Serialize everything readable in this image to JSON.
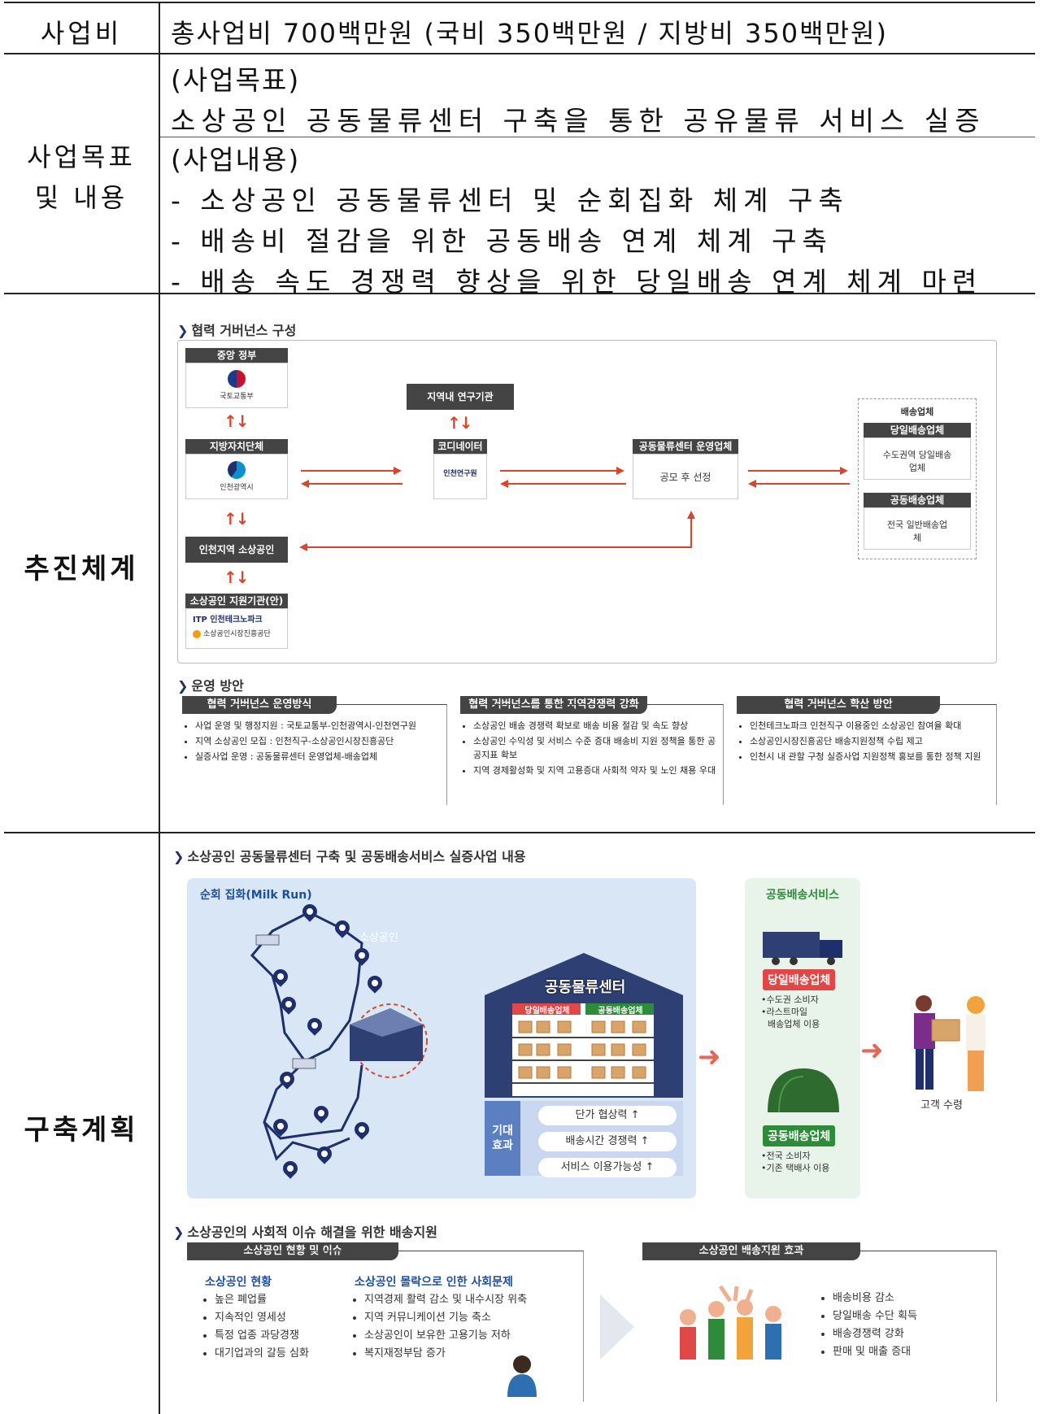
{
  "row1": {
    "label": "사업비",
    "content": "총사업비 700백만원 (국비 350백만원 / 지방비 350백만원)"
  },
  "row2": {
    "label_line1": "사업목표",
    "label_line2": "및 내용",
    "goal_heading": "(사업목표)",
    "goal_text": "소상공인 공동물류센터 구축을 통한 공유물류 서비스 실증",
    "content_heading": "(사업내용)",
    "content_items": [
      "- 소상공인 공동물류센터 및 순회집화 체계 구축",
      "- 배송비 절감을 위한 공동배송 연계 체계 구축",
      "- 배송 속도 경쟁력 향상을 위한 당일배송 연계 체계 마련"
    ]
  },
  "row3": {
    "label": "추진체계",
    "governance": {
      "heading": "협력 거버넌스 구성",
      "central_gov": "중앙 정부",
      "central_gov_logo": "국토교통부",
      "local_gov": "지방자치단체",
      "local_gov_logo": "인천광역시",
      "local_biz": "인천지역 소상공인",
      "support_org": "소상공인 지원기관(안)",
      "support_org_1": "ITP 인천테크노파크",
      "support_org_2": "소상공인시장진흥공단",
      "research": "지역내 연구기관",
      "coordinator": "코디네이터",
      "coordinator_logo": "인천연구원",
      "operator": "공동물류센터 운영업체",
      "operator_value": "공모 후 선정",
      "delivery_title": "배송업체",
      "sameday_title": "당일배송업체",
      "sameday_value": "수도권역 당일배송업체",
      "joint_title": "공동배송업체",
      "joint_value": "전국 일반배송업체"
    },
    "operation": {
      "heading": "운영 방안",
      "col1_title": "협력 거버넌스 운영방식",
      "col1_items": [
        "사업 운영 및 행정지원 : 국토교통부-인천광역시-인천연구원",
        "지역 소상공인 모집 : 인천직구-소상공인시장진흥공단",
        "실증사업 운영 : 공동물류센터 운영업체-배송업체"
      ],
      "col2_title": "협력 거버넌스를 통한 지역경쟁력 강화",
      "col2_items": [
        "소상공인 배송 경쟁력 확보로 배송 비용 절감 및 속도 향상",
        "소상공인 수익성 및 서비스 수준 증대 배송비 지원 정책을 통한 공공지표 확보",
        "지역 경제활성화 및 지역 고용증대 사회적 약자 및 노인 채용 우대"
      ],
      "col3_title": "협력 거버넌스 확산 방안",
      "col3_items": [
        "인천테크노파크 인천직구 이용중인 소상공인 참여율 확대",
        "소상공인시장진흥공단 배송지원정책 수립 제고",
        "인천시 내 관할 구청 실증사업 지원정책 홍보를 통한 정책 지원"
      ]
    }
  },
  "row4": {
    "label": "구축계획",
    "plan": {
      "heading": "소상공인 공동물류센터 구축 및 공동배송서비스 실증사업 내용",
      "milkrun_title": "순회 집화(Milk Run)",
      "milkrun_label": "소상공인",
      "center_title": "공동물류센터",
      "center_sameday": "당일배송업체",
      "center_joint": "공동배송업체",
      "effect_label_1": "기대",
      "effect_label_2": "효과",
      "effects": [
        "단가 협상력 ↑",
        "배송시간 경쟁력 ↑",
        "서비스 이용가능성 ↑"
      ],
      "service_title": "공동배송서비스",
      "sameday_badge": "당일배송업체",
      "sameday_notes": [
        "•수도권 소비자",
        "•라스트마일",
        "배송업체 이용"
      ],
      "joint_badge": "공동배송업체",
      "joint_notes": [
        "•전국 소비자",
        "•기존 택배사 이용"
      ],
      "customer_label": "고객 수령"
    },
    "support": {
      "heading": "소상공인의 사회적 이슈 해결을 위한 배송지원",
      "left_title": "소상공인 현황 및 이슈",
      "status_title": "소상공인 현황",
      "status_items": [
        "높은 폐업률",
        "지속적인 영세성",
        "특정 업종 과당경쟁",
        "대기업과의 갈등 심화"
      ],
      "issue_title": "소상공인 몰락으로 인한 사회문제",
      "issue_items": [
        "지역경제 활력 감소 및 내수시장 위축",
        "지역 커뮤니케이션 기능 축소",
        "소상공인이 보유한 고용기능 저하",
        "복지재정부담 증가"
      ],
      "right_title": "소상공인 배송지원 효과",
      "effect_items": [
        "배송비용 감소",
        "당일배송 수단 획득",
        "배송경쟁력 강화",
        "판매 및 매출 증대"
      ]
    }
  },
  "colors": {
    "accent_red": "#d9452b",
    "navy": "#1e2f6b",
    "badge_red": "#e04848",
    "green": "#2e8b3a"
  }
}
